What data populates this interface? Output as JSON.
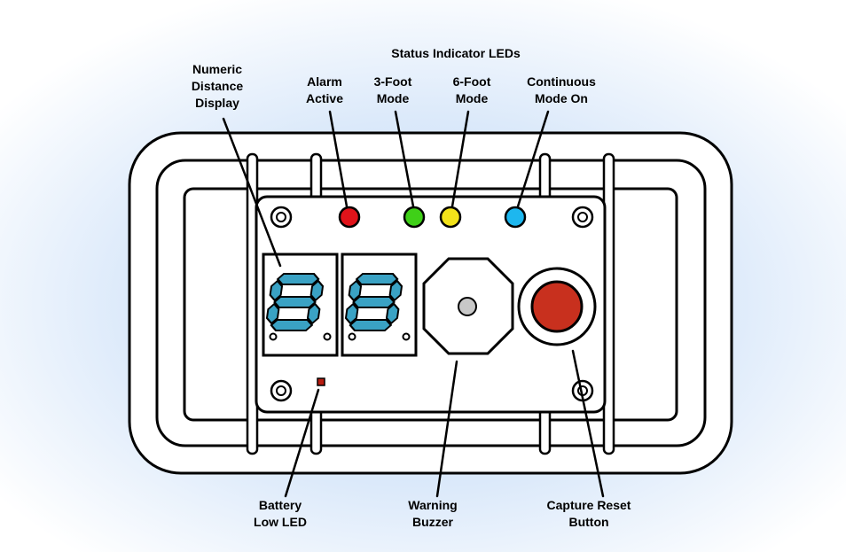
{
  "labels": {
    "group_title": "Status Indicator LEDs",
    "numeric_display": "Numeric\nDistance\nDisplay",
    "alarm_active": "Alarm\nActive",
    "three_foot": "3-Foot\nMode",
    "six_foot": "6-Foot\nMode",
    "continuous": "Continuous\nMode On",
    "battery_low": "Battery\nLow LED",
    "warning_buzzer": "Warning\nBuzzer",
    "capture_reset": "Capture Reset\nButton"
  },
  "colors": {
    "led_alarm": "#e0131a",
    "led_3ft": "#3fd018",
    "led_6ft": "#f2e21a",
    "led_continuous": "#1db7ef",
    "segment": "#3aa2c4",
    "button": "#c8301e",
    "battery_led": "#b81c10",
    "buzzer_center": "#c8c8c8"
  }
}
